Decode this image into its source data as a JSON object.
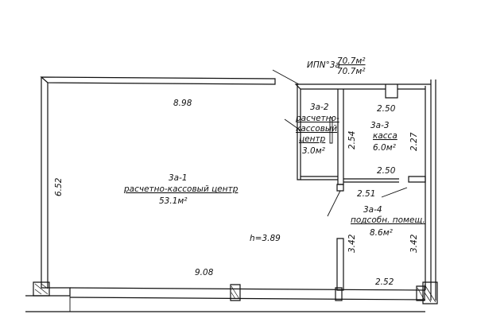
{
  "header": {
    "code": "ИПN°3а",
    "area_top": "70.7м²",
    "area_bottom": "70.7м²"
  },
  "dimensions": {
    "top_main": "8.98",
    "left_main": "6.52",
    "bottom_main": "9.08",
    "height": "h=3.89",
    "r2_vertical": "2.54",
    "r3_top": "2.50",
    "r3_right": "2.27",
    "r3_bottom": "2.50",
    "r4_top": "2.51",
    "r4_left": "3.42",
    "r4_right": "3.42",
    "r4_bottom": "2.52"
  },
  "rooms": [
    {
      "id": "3а-1",
      "lines": [
        "расчетно-кассовый центр"
      ],
      "area": "53.1м²"
    },
    {
      "id": "3а-2",
      "lines": [
        "расчетно-",
        "кассовый",
        "центр"
      ],
      "area": "3.0м²"
    },
    {
      "id": "3а-3",
      "lines": [
        "касса"
      ],
      "area": "6.0м²"
    },
    {
      "id": "3а-4",
      "lines": [
        "подсобн. помещ."
      ],
      "area": "8.6м²"
    }
  ]
}
